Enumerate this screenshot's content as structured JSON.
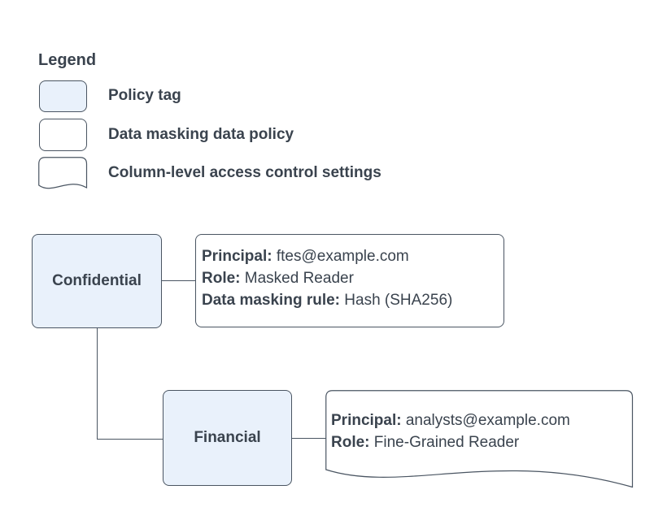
{
  "colors": {
    "node_fill": "#e9f1fb",
    "box_fill": "#ffffff",
    "stroke": "#4a5562",
    "text": "#3a434e",
    "bg": "#ffffff"
  },
  "legend": {
    "title": "Legend",
    "items": [
      {
        "shape": "policy-tag-swatch",
        "label": "Policy tag"
      },
      {
        "shape": "data-policy-swatch",
        "label": "Data masking data policy"
      },
      {
        "shape": "document-swatch",
        "label": "Column-level access control settings"
      }
    ]
  },
  "nodes": {
    "confidential": {
      "label": "Confidential"
    },
    "financial": {
      "label": "Financial"
    }
  },
  "policies": {
    "masked": {
      "lines": [
        {
          "label": "Principal:",
          "value": " ftes@example.com"
        },
        {
          "label": "Role:",
          "value": " Masked Reader"
        },
        {
          "label": "Data masking rule:",
          "value": " Hash (SHA256)"
        }
      ]
    },
    "fine_grained": {
      "lines": [
        {
          "label": "Principal:",
          "value": " analysts@example.com"
        },
        {
          "label": "Role:",
          "value": " Fine-Grained Reader"
        }
      ]
    }
  }
}
